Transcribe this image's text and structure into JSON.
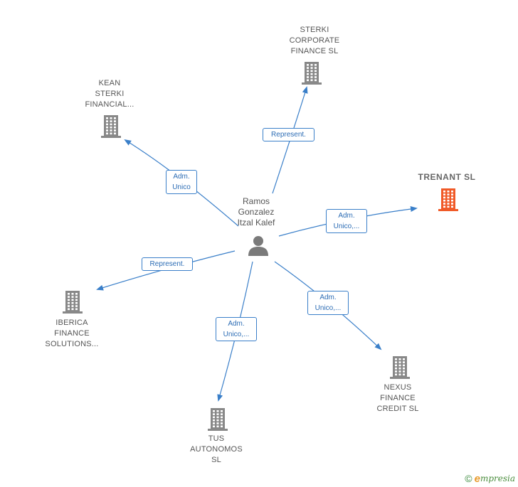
{
  "center": {
    "label": "Ramos\nGonzalez\nItzal Kalef",
    "icon": "person-icon"
  },
  "nodes": [
    {
      "id": "sterki-corporate",
      "label": "STERKI\nCORPORATE\nFINANCE  SL",
      "icon": "building-icon",
      "highlight": false
    },
    {
      "id": "kean-sterki",
      "label": "KEAN\nSTERKI\nFINANCIAL...",
      "icon": "building-icon",
      "highlight": false
    },
    {
      "id": "trenant",
      "label": "TRENANT  SL",
      "icon": "building-icon",
      "highlight": true
    },
    {
      "id": "iberica",
      "label": "IBERICA\nFINANCE\nSOLUTIONS...",
      "icon": "building-icon",
      "highlight": false
    },
    {
      "id": "tus-autonomos",
      "label": "TUS\nAUTONOMOS\nSL",
      "icon": "building-icon",
      "highlight": false
    },
    {
      "id": "nexus",
      "label": "NEXUS\nFINANCE\nCREDIT  SL",
      "icon": "building-icon",
      "highlight": false
    }
  ],
  "edges": [
    {
      "to": "sterki-corporate",
      "label": "Represent."
    },
    {
      "to": "kean-sterki",
      "label": "Adm.\nUnico"
    },
    {
      "to": "trenant",
      "label": "Adm.\nUnico,..."
    },
    {
      "to": "iberica",
      "label": "Represent."
    },
    {
      "to": "tus-autonomos",
      "label": "Adm.\nUnico,..."
    },
    {
      "to": "nexus",
      "label": "Adm.\nUnico,..."
    }
  ],
  "colors": {
    "edge": "#3a7fc9",
    "building": "#888888",
    "highlight": "#f05a28",
    "person": "#7a7a7a"
  },
  "footer": {
    "copyright": "©",
    "brand_initial": "e",
    "brand_rest": "mpresia"
  }
}
